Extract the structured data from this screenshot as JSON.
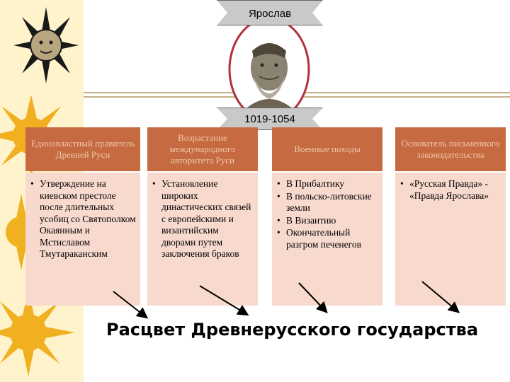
{
  "header": {
    "name_label": "Ярослав",
    "years_label": "1019-1054"
  },
  "columns": [
    {
      "heading": "Единовластный правитель Древней Руси",
      "items": [
        "Утверждение на киевском престоле после длительных усобиц со Святополком Окаянным и Мстиславом Тмутараканским"
      ]
    },
    {
      "heading": "Возрастание международного авторитета Руси",
      "items": [
        "Установление широких династических связей с европейскими и византийским дворами путем заключения браков"
      ]
    },
    {
      "heading": "Военные походы",
      "items": [
        "В Прибалтику",
        "В польско-литовские земли",
        "В Византию",
        "Окончательный разгром печенегов"
      ]
    },
    {
      "heading": "Основатель письменного законодательства",
      "items": [
        "«Русская Правда» - «Правда Ярослава»"
      ]
    }
  ],
  "conclusion": "Расцвет Древнерусского государства",
  "colors": {
    "heading_bg": "#c56a41",
    "heading_text": "#f0c8a8",
    "body_bg": "#f8d9cd",
    "side_strip": "#fff3cc",
    "sun": "#f0b020"
  },
  "icons": [
    "sun-icon",
    "portrait-icon",
    "arrow-icon"
  ]
}
